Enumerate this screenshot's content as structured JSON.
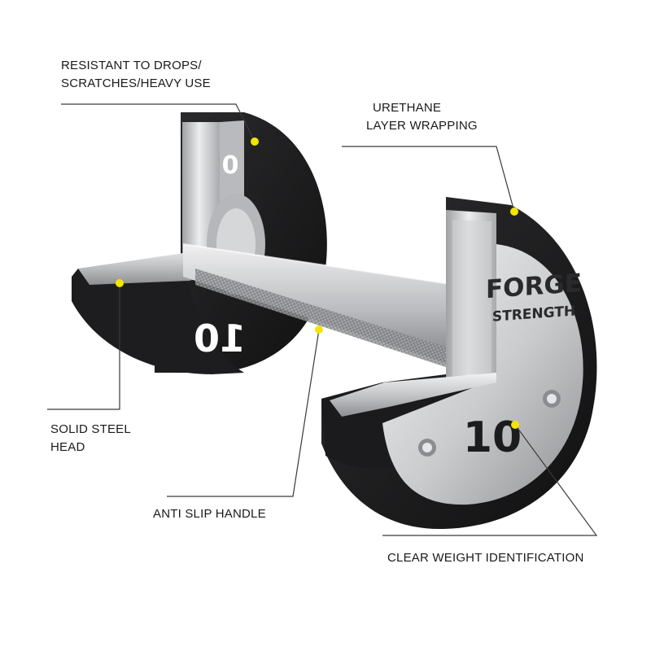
{
  "callouts": {
    "drops": {
      "line1": "RESISTANT TO DROPS/",
      "line2": "SCRATCHES/HEAVY USE"
    },
    "urethane": {
      "line1": "URETHANE",
      "line2": "LAYER WRAPPING"
    },
    "steel": {
      "line1": "SOLID STEEL",
      "line2": "HEAD"
    },
    "handle": {
      "text": "ANTI SLIP HANDLE"
    },
    "weight": {
      "text": "CLEAR WEIGHT IDENTIFICATION"
    }
  },
  "product": {
    "brand_line1": "FORGE",
    "brand_line2": "STRENGTH",
    "weight_front": "10",
    "weight_back": "10",
    "weight_top": "0"
  },
  "colors": {
    "marker": "#f2e600",
    "rubber": "#1c1c1e",
    "steel_light": "#d9dadc",
    "steel_dark": "#8e9093"
  }
}
